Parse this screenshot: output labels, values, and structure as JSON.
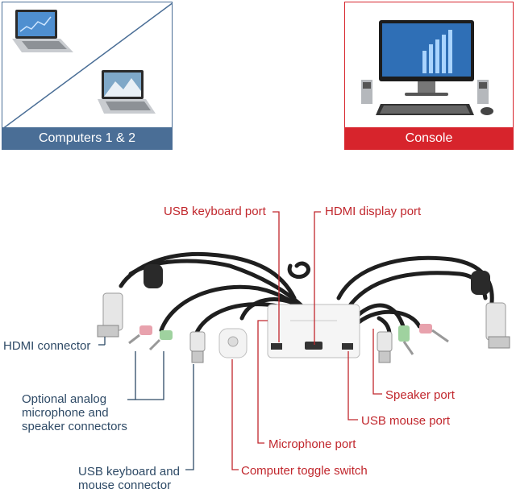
{
  "panels": {
    "computers_label": "Computers 1 & 2",
    "console_label": "Console"
  },
  "callouts": {
    "usb_keyboard_port": "USB keyboard port",
    "hdmi_display_port": "HDMI display port",
    "hdmi_connector": "HDMI connector",
    "optional_analog_line1": "Optional analog",
    "optional_analog_line2": "microphone and",
    "optional_analog_line3": "speaker connectors",
    "usb_kbd_mouse_line1": "USB keyboard and",
    "usb_kbd_mouse_line2": "mouse connector",
    "speaker_port": "Speaker port",
    "usb_mouse_port": "USB mouse port",
    "microphone_port": "Microphone port",
    "computer_toggle_switch": "Computer toggle switch"
  },
  "colors": {
    "blue_panel": "#4a6e96",
    "red_panel": "#d7242c",
    "red_text": "#c1272d",
    "blue_text": "#2e4a66"
  }
}
